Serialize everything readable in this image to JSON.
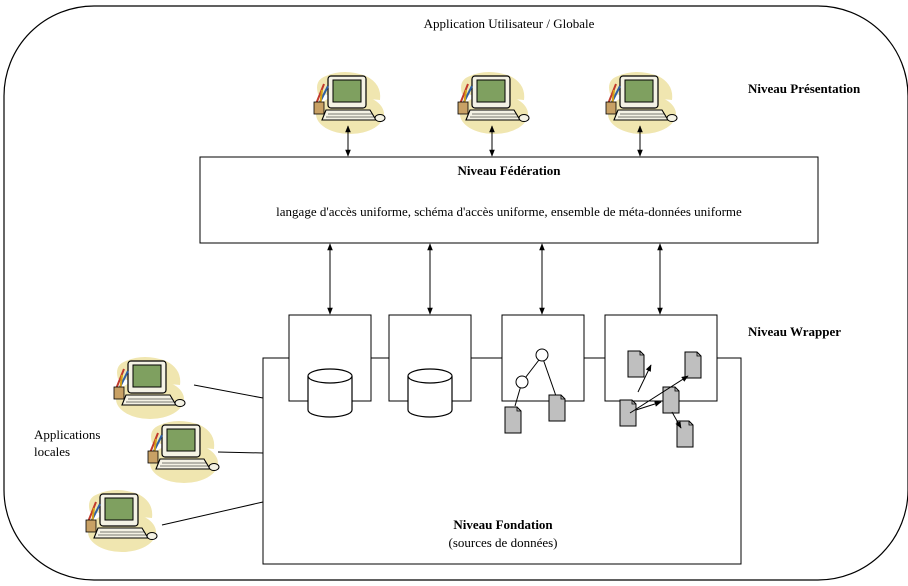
{
  "outer_title": "Application Utilisateur / Globale",
  "levels": {
    "presentation": "Niveau Présentation",
    "wrapper": "Niveau Wrapper"
  },
  "federation": {
    "title": "Niveau Fédération",
    "description": "langage d'accès uniforme, schéma d'accès uniforme, ensemble de méta-données uniforme"
  },
  "foundation": {
    "title": "Niveau Fondation",
    "subtitle": "(sources de données)"
  },
  "local_apps": {
    "line1": "Applications",
    "line2": "locales"
  },
  "icons": {
    "computer": "computer-workstation-icon",
    "database": "database-cylinder-icon",
    "tree": "hierarchical-tree-icon",
    "documents": "linked-documents-icon"
  },
  "colors": {
    "stroke": "#000000",
    "doc_fill": "#bfbfbf",
    "screen": "#7fa060",
    "monitor": "#f4f2e4",
    "blob": "#f0e6b0"
  }
}
